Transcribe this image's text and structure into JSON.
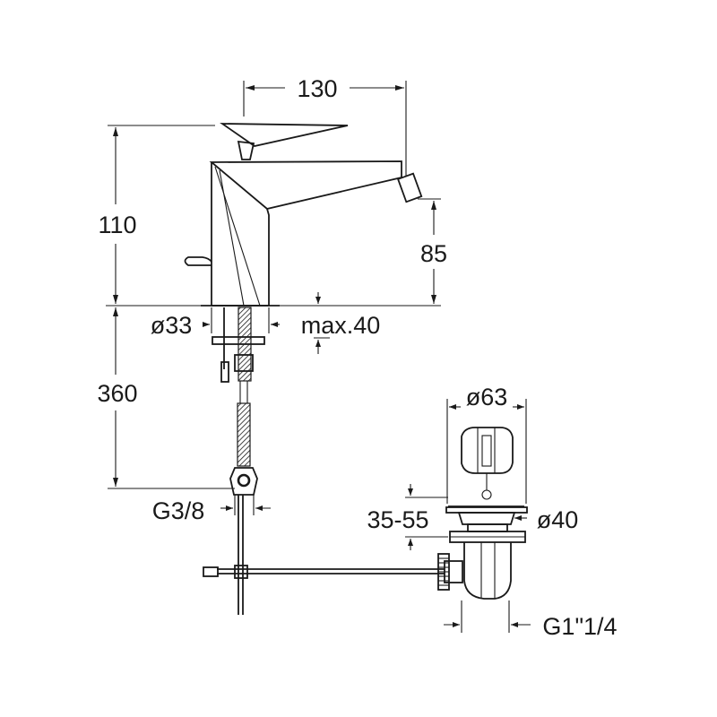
{
  "dimensions": {
    "width_130": "130",
    "height_110": "110",
    "height_85": "85",
    "diameter_33": "ø33",
    "max_40": "max.40",
    "length_360": "360",
    "thread_g38": "G3/8",
    "diameter_63": "ø63",
    "range_35_55": "35-55",
    "diameter_40": "ø40",
    "thread_g114": "G1\"1/4"
  },
  "colors": {
    "ink": "#1a1a1a",
    "background": "#ffffff"
  }
}
